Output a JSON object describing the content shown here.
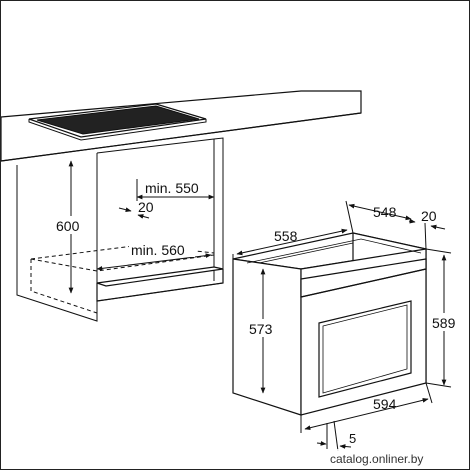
{
  "dimensions": {
    "niche_height": "600",
    "niche_depth_min": "min. 550",
    "gap_top": "20",
    "niche_width_min": "min. 560",
    "oven_width_top": "558",
    "oven_depth": "548",
    "panel_thickness": "20",
    "oven_body_height": "573",
    "oven_total_height": "589",
    "oven_total_width": "594",
    "bottom_offset": "5"
  },
  "watermark": "catalog.onliner.by"
}
